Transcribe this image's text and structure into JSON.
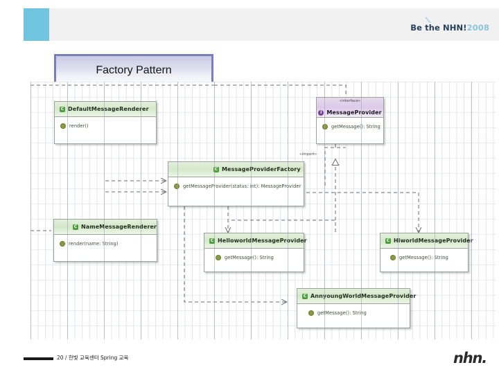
{
  "header": {
    "brand_primary": "Be the NHN!",
    "brand_year": "2008",
    "accent_color": "#6fc5dd",
    "band_color": "#f1f1f1"
  },
  "title": {
    "text": "Factory Pattern",
    "border_color": "#7b7fb5"
  },
  "diagram": {
    "type": "uml-class-diagram",
    "classes": [
      {
        "id": "default-message-renderer",
        "name": "DefaultMessageRenderer",
        "kind": "class",
        "icon": "C",
        "stereotype": "",
        "members": [
          "render()"
        ]
      },
      {
        "id": "message-provider",
        "name": "MessageProvider",
        "kind": "interface",
        "icon": "I",
        "stereotype": "«interface»",
        "members": [
          "getMessage(): String"
        ]
      },
      {
        "id": "message-provider-factory",
        "name": "MessageProviderFactory",
        "kind": "class",
        "icon": "C",
        "stereotype": "",
        "members": [
          "getMessageProvider(status: int): MessageProvider"
        ]
      },
      {
        "id": "name-message-renderer",
        "name": "NameMessageRenderer",
        "kind": "class",
        "icon": "C",
        "stereotype": "",
        "members": [
          "render(name: String)"
        ]
      },
      {
        "id": "helloworld-message-provider",
        "name": "HelloworldMessageProvider",
        "kind": "class",
        "icon": "C",
        "stereotype": "",
        "members": [
          "getMessage(): String"
        ]
      },
      {
        "id": "hiworld-message-provider",
        "name": "HiworldMessageProvider",
        "kind": "class",
        "icon": "C",
        "stereotype": "",
        "members": [
          "getMessage(): String"
        ]
      },
      {
        "id": "annyoungworld-message-provider",
        "name": "AnnyoungWorldMessageProvider",
        "kind": "class",
        "icon": "C",
        "stereotype": "",
        "members": [
          "getMessage(): String"
        ]
      }
    ],
    "edge_labels": [
      {
        "id": "import-label",
        "text": "«import»"
      }
    ]
  },
  "footer": {
    "page_and_course": "20 / 한빛 교육센터 Spring 교육",
    "logo": "nhn."
  }
}
